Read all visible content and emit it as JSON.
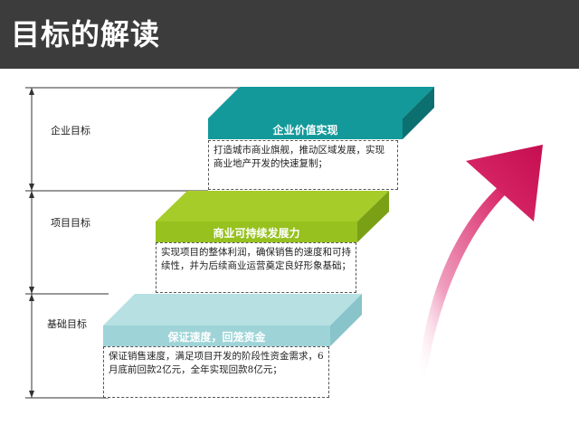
{
  "title": "目标的解读",
  "levels": [
    {
      "label": "企业目标"
    },
    {
      "label": "项目目标"
    },
    {
      "label": "基础目标"
    }
  ],
  "steps": [
    {
      "title": "企业价值实现",
      "description": "打造城市商业旗舰，推动区域发展，实现商业地产开发的快速复制；",
      "color": "#13999a",
      "side_color": "#0c6f70"
    },
    {
      "title": "商业可持续发展力",
      "description": "实现项目的整体利润，确保销售的速度和可持续性，并为后续商业运营奠定良好形象基础；",
      "color": "#96c11f",
      "side_color": "#6e8f12"
    },
    {
      "title": "保证速度，回笼资金",
      "description": "保证销售速度，满足项目开发的阶段性资金需求，6月底前回款2亿元，全年实现回款8亿元；",
      "color": "#9ed4d8",
      "side_color": "#6fb3b8"
    }
  ],
  "arrow_color": "#d4145a"
}
